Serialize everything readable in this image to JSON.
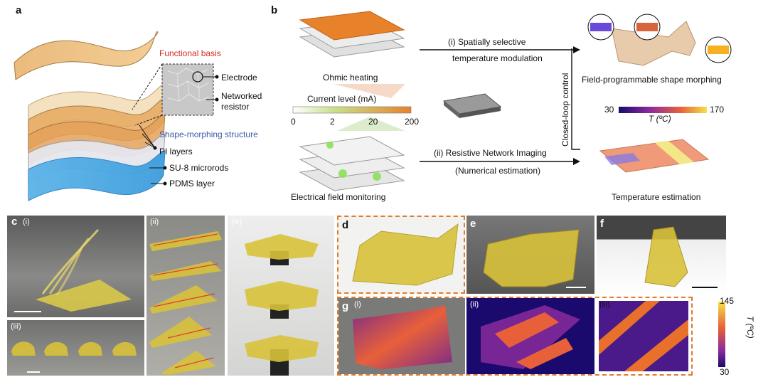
{
  "panel_a": {
    "letter": "a",
    "functional_basis": "Functional basis",
    "electrode": "Electrode",
    "networked_resistor": "Networked resistor",
    "shape_morphing": "Shape-morphing structure",
    "pi_layers": "PI layers",
    "su8": "SU-8 microrods",
    "pdms": "PDMS layer"
  },
  "panel_b": {
    "letter": "b",
    "ohmic": "Ohmic heating",
    "current_level": "Current level (mA)",
    "ticks": [
      "0",
      "2",
      "20",
      "200"
    ],
    "electrical_monitoring": "Electrical field monitoring",
    "arrow1_line1": "(i)  Spatially selective",
    "arrow1_line2": "temperature modulation",
    "arrow2_line1": "(ii)  Resistive Network Imaging",
    "arrow2_line2": "(Numerical estimation)",
    "closed_loop": "Closed-loop control",
    "field_prog": "Field-programmable shape morphing",
    "temp_min": "30",
    "temp_max": "170",
    "temp_unit": "T (ºC)",
    "temp_estimation": "Temperature estimation"
  },
  "panel_c": {
    "letter": "c",
    "i": "(i)",
    "ii": "(ii)",
    "iii": "(iii)",
    "iv": "(iv)"
  },
  "panel_d": {
    "letter": "d"
  },
  "panel_e": {
    "letter": "e"
  },
  "panel_f": {
    "letter": "f"
  },
  "panel_g": {
    "letter": "g",
    "i": "(i)",
    "ii": "(ii)",
    "iii": "(iii)",
    "cb_max": "145",
    "cb_min": "30",
    "cb_unit": "T (ºC)"
  },
  "colors": {
    "orange": "#e8822a",
    "blue_text": "#3a5ba8",
    "red_text": "#d42a1e",
    "dashed": "#e07b2a"
  }
}
